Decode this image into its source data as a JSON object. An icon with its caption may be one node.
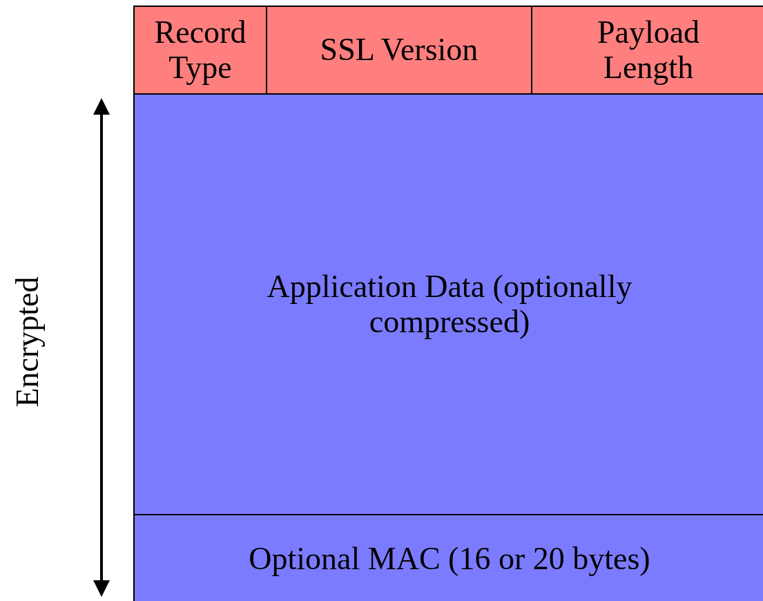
{
  "diagram": {
    "nodes": [
      {
        "text": [
          "Record Type"
        ]
      },
      {
        "text": [
          "SSL Version"
        ]
      },
      {
        "text": [
          "Payload Length"
        ]
      },
      {
        "text": [
          "Application Data (optionally compressed)"
        ]
      },
      {
        "text": [
          "Optional MAC (16 or 20 bytes)"
        ]
      }
    ],
    "labels": [
      "Encrypted"
    ]
  }
}
